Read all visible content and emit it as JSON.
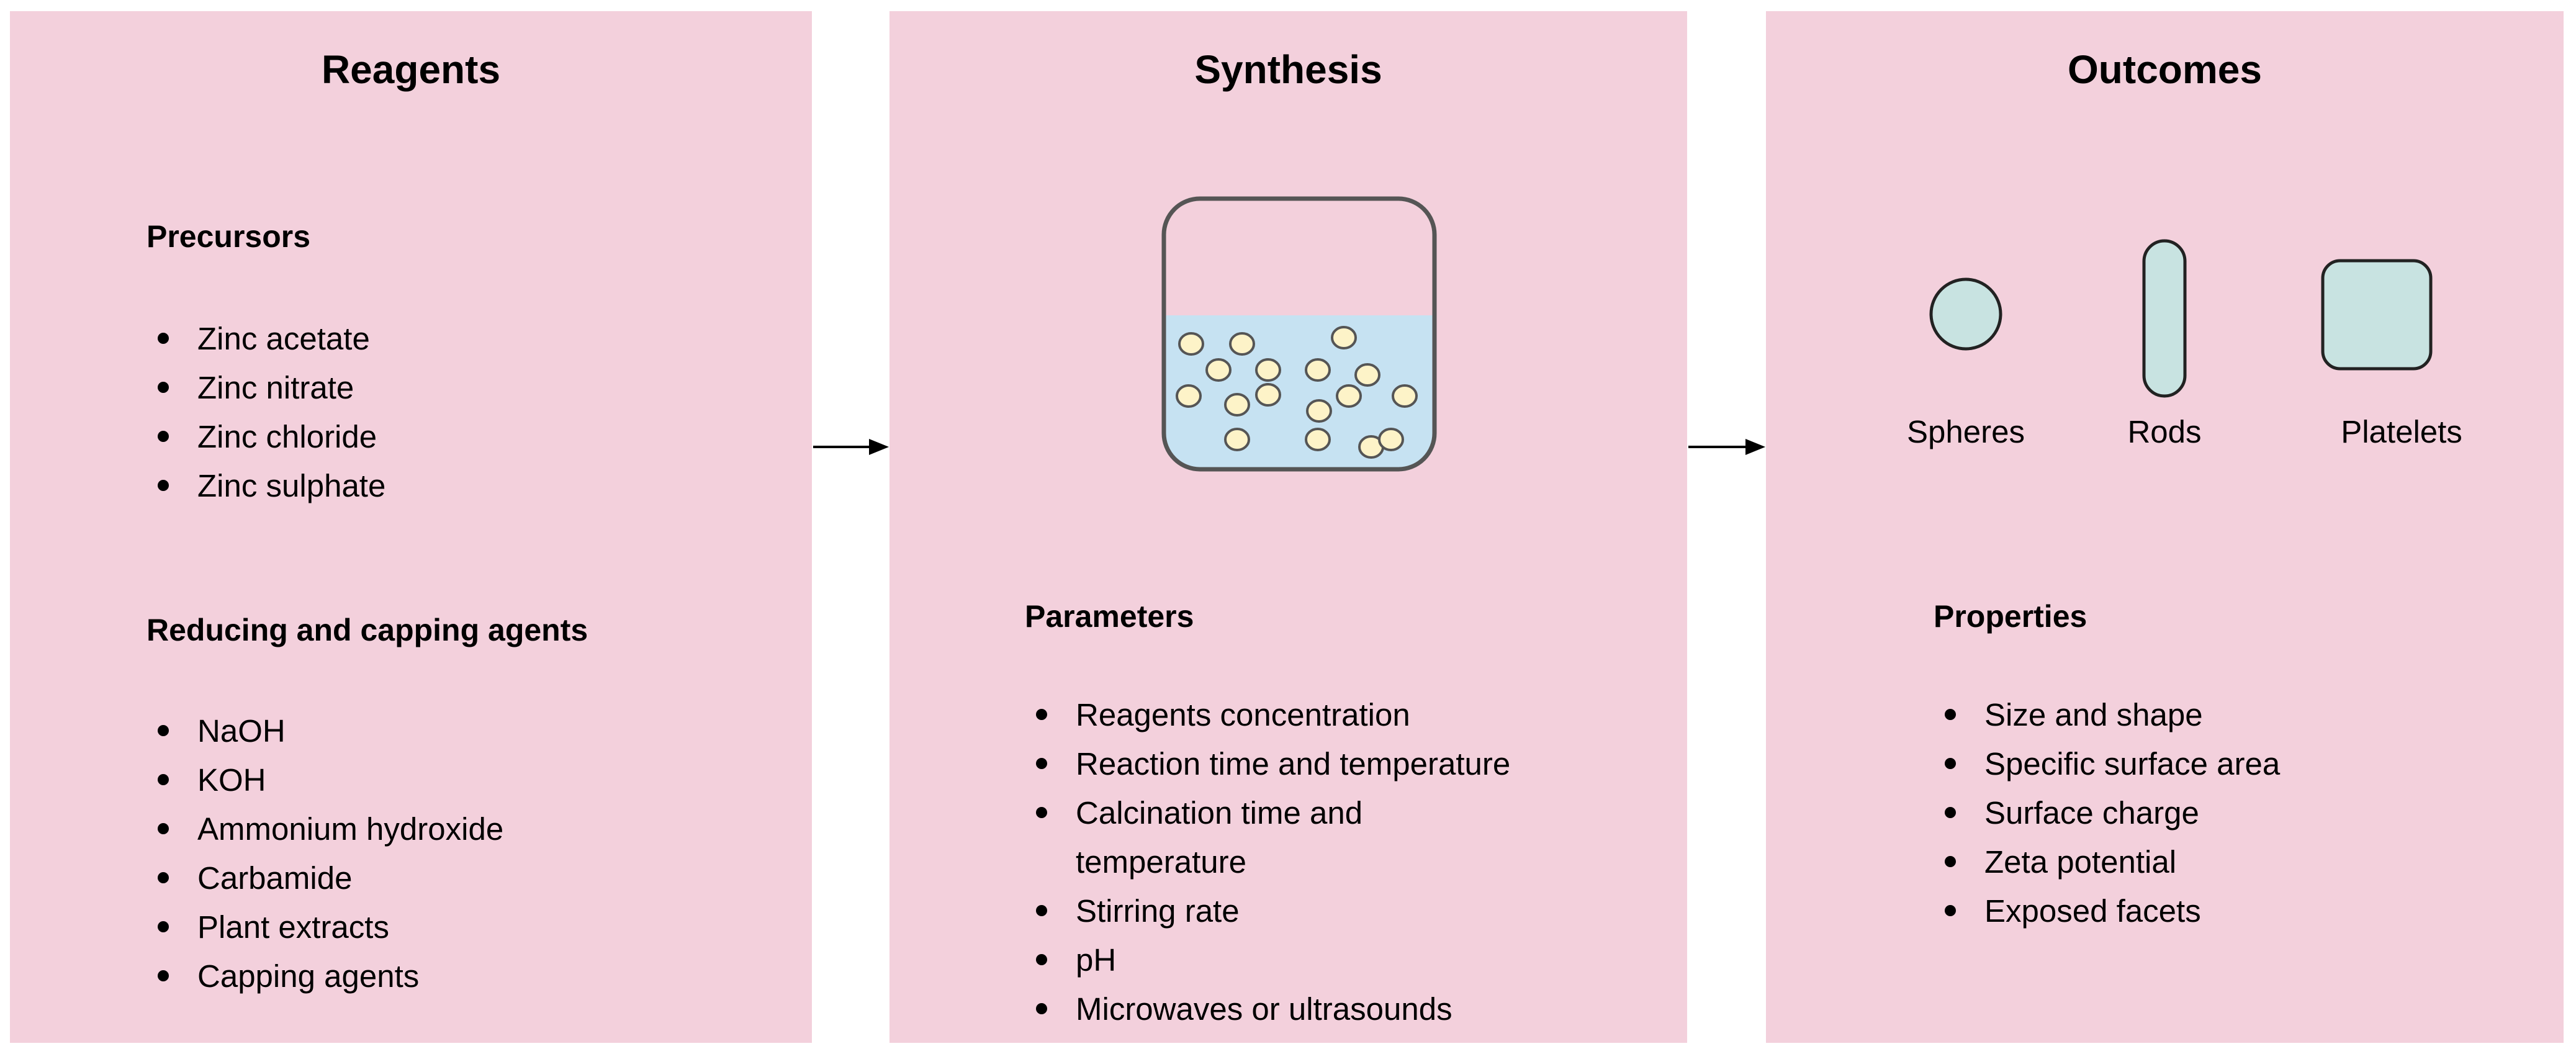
{
  "panels": {
    "reagents": {
      "title": "Reagents",
      "precursors": {
        "title": "Precursors",
        "items": [
          "Zinc acetate",
          "Zinc nitrate",
          "Zinc chloride",
          "Zinc sulphate"
        ]
      },
      "agents": {
        "title": "Reducing and capping agents",
        "items": [
          "NaOH",
          "KOH",
          "Ammonium hydroxide",
          "Carbamide",
          "Plant extracts",
          "Capping agents"
        ]
      }
    },
    "synthesis": {
      "title": "Synthesis",
      "parameters": {
        "title": "Parameters",
        "items": [
          "Reagents concentration",
          "Reaction time and temperature",
          "Calcination time and temperature",
          "Stirring rate",
          "pH",
          "Microwaves or ultrasounds"
        ]
      }
    },
    "outcomes": {
      "title": "Outcomes",
      "shapes": [
        "Spheres",
        "Rods",
        "Platelets"
      ],
      "properties": {
        "title": "Properties",
        "items": [
          "Size and shape",
          "Specific surface area",
          "Surface charge",
          "Zeta potential",
          "Exposed facets"
        ]
      }
    }
  },
  "colors": {
    "panel_fill": "#f3d0dc",
    "liquid": "#c6e2f2",
    "particle": "#fdf3c8",
    "shape_fill": "#c8e3e1",
    "outline": "#555555"
  }
}
